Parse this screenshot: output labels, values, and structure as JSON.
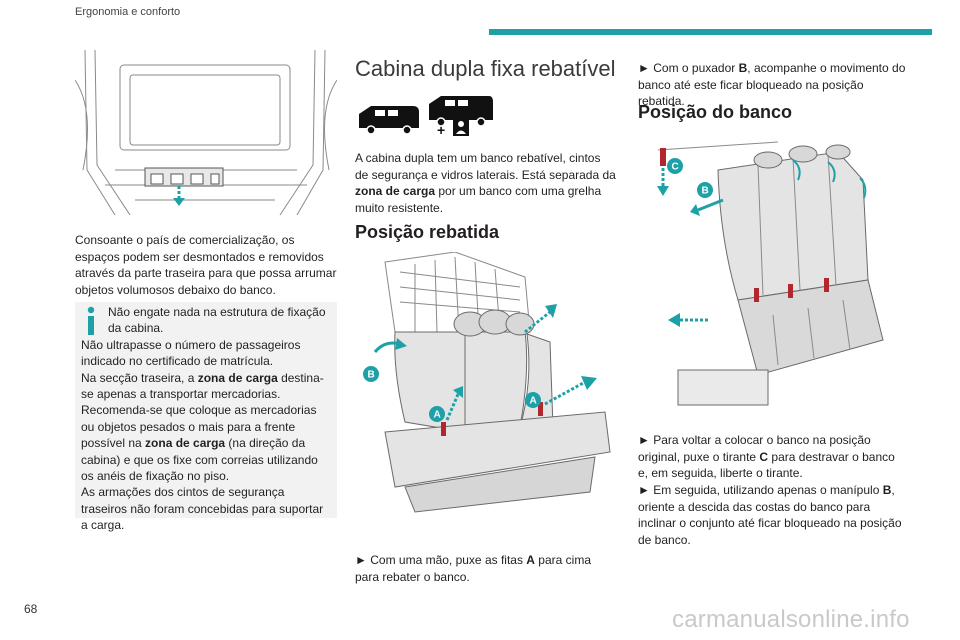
{
  "header": {
    "section_title": "Ergonomia e conforto",
    "accent_color": "#1da1a7"
  },
  "page_number": "68",
  "watermark": "carmanualsonline.info",
  "col1": {
    "paragraph": "Consoante o país de comercialização, os espaços podem ser desmontados e removidos através da parte traseira para que possa arrumar objetos volumosos debaixo do banco.",
    "note_icon": "info-icon",
    "note_lines": [
      "Não engate nada na estrutura de fixação da cabina.",
      "Não ultrapasse o número de passageiros indicado no certificado de matrícula.",
      "Na secção traseira, a ",
      "zona de carga",
      " destina-se apenas a transportar mercadorias.",
      "Recomenda-se que coloque as mercadorias ou objetos pesados o mais para a frente possível na ",
      "zona de carga",
      " (na direção da cabina) e que os fixe com correias utilizando os anéis de fixação no piso.",
      "As armações dos cintos de segurança traseiros não foram concebidas para suportar a carga."
    ]
  },
  "col2": {
    "heading": "Cabina dupla fixa rebatível",
    "plus_sign": "+",
    "intro_a": "A cabina dupla tem um banco rebatível, cintos de segurança e vidros laterais. Está separada da ",
    "intro_bold": "zona de carga",
    "intro_b": " por um banco com uma grelha muito resistente.",
    "subheading": "Posição rebatida",
    "callouts": [
      "A",
      "A",
      "B"
    ],
    "step_arrow": "►",
    "step_a": " Com uma mão, puxe as fitas ",
    "step_bold": "A",
    "step_b": " para cima para rebater o banco."
  },
  "col3": {
    "step1_arrow": "►",
    "step1_a": " Com o puxador ",
    "step1_bold": "B",
    "step1_b": ", acompanhe o movimento do banco até este ficar bloqueado na posição rebatida.",
    "subheading": "Posição do banco",
    "callouts": [
      "C",
      "B"
    ],
    "step2_arrow": "►",
    "step2_a": " Para voltar a colocar o banco na posição original, puxe o tirante ",
    "step2_bold": "C",
    "step2_b": " para destravar o banco e, em seguida, liberte o tirante.",
    "step3_arrow": "►",
    "step3_a": " Em seguida, utilizando apenas o manípulo ",
    "step3_bold": "B",
    "step3_b": ", oriente a descida das costas do banco para inclinar o conjunto até ficar bloqueado na posição de banco."
  }
}
